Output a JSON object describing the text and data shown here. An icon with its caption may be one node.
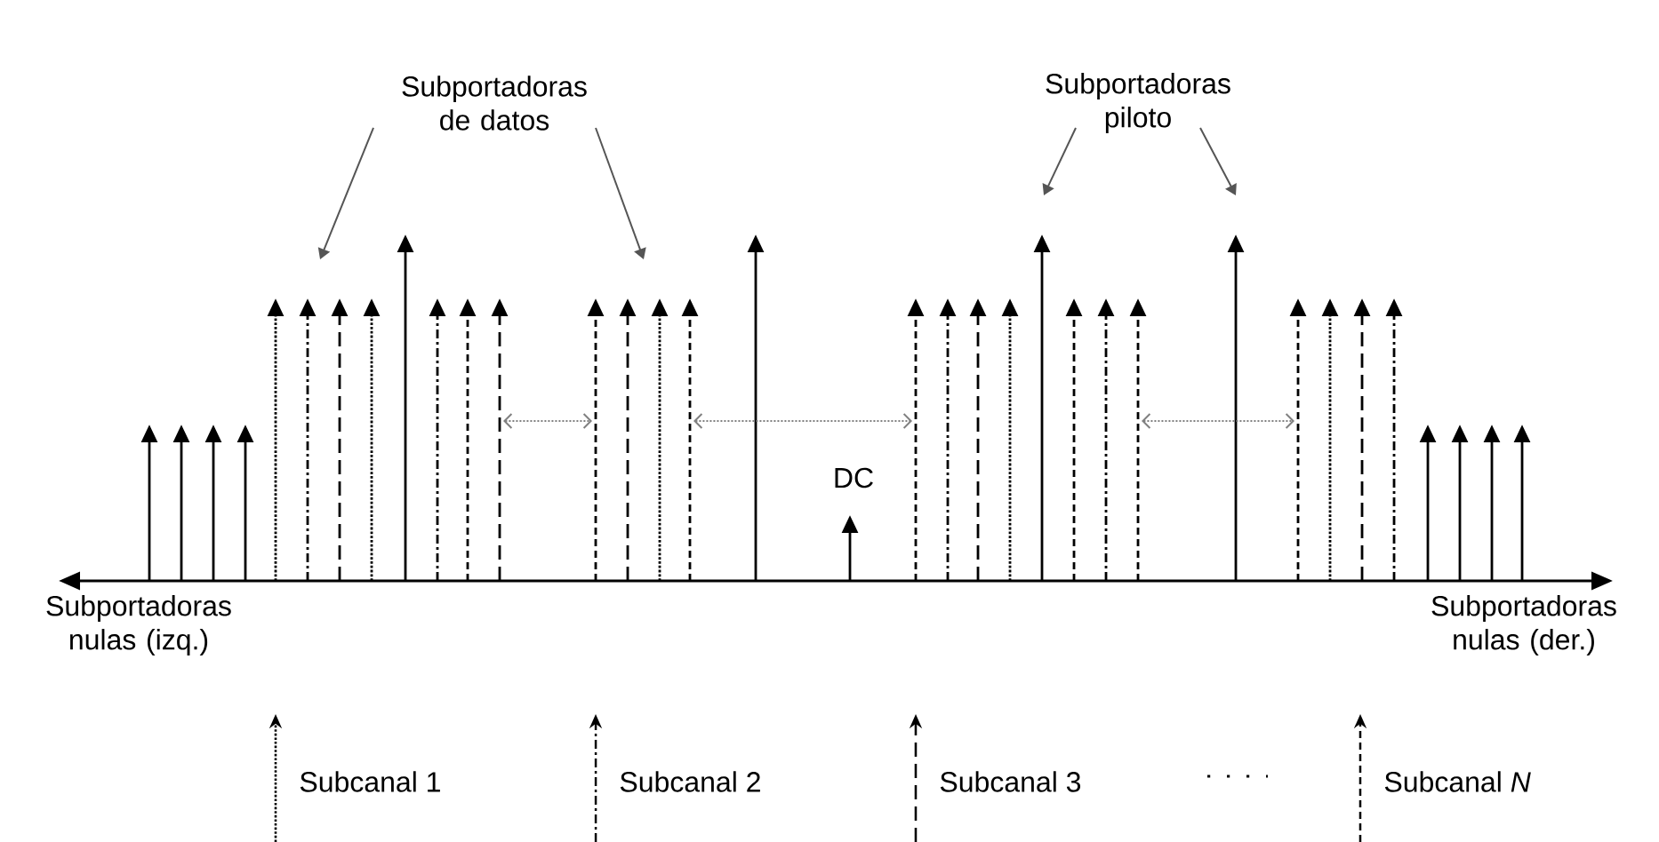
{
  "diagram": {
    "nodes": [
      {
        "text": [
          "Subportadoras de datos"
        ]
      },
      {
        "text": [
          "Subportadoras piloto"
        ]
      }
    ],
    "edges": [
      {
        "from": 0,
        "to": null,
        "arrow": "to",
        "color": "#555555"
      },
      {
        "from": 0,
        "to": null,
        "arrow": "to",
        "color": "#555555"
      },
      {
        "from": 1,
        "to": null,
        "arrow": "to",
        "color": "#555555"
      },
      {
        "from": 1,
        "to": null,
        "arrow": "to",
        "color": "#555555"
      }
    ],
    "labels": [
      "DC",
      "Subportadoras nulas (izq.)",
      "Subportadoras nulas (der.)"
    ],
    "legend": [
      {
        "text": "Subcanal 1"
      },
      {
        "text": "Subcanal 2"
      },
      {
        "text": "Subcanal 3"
      },
      {
        "text": "Subcanal *N*"
      }
    ]
  }
}
